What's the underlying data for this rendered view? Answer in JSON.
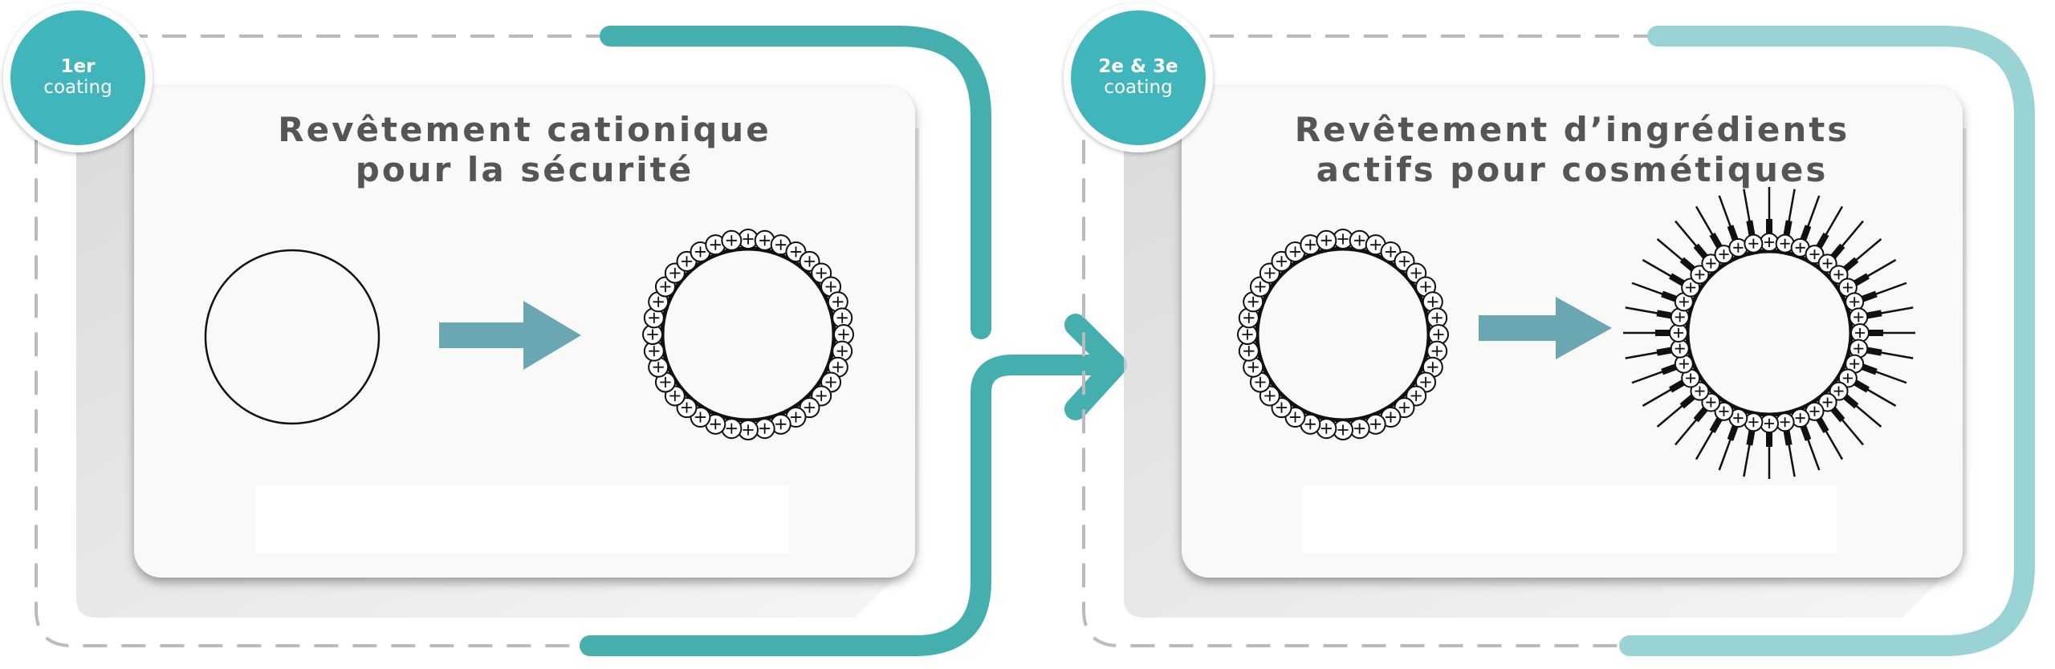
{
  "colors": {
    "teal_dark": "#45AFAF",
    "teal_light": "#9AD3D3",
    "badge_fill": "#3FB6BC",
    "arrow_gray": "#6BA7B3",
    "dashed": "#BBBBBB",
    "card": "#F9F9F8",
    "title_text": "#555555"
  },
  "steps": [
    {
      "badge": {
        "line1": "1er",
        "line2": "coating"
      },
      "title": {
        "line1": "Revêtement cationique",
        "line2": "pour la sécurité"
      },
      "before": "plain-particle-icon",
      "after": "cationic-coated-particle-icon"
    },
    {
      "badge": {
        "line1": "2e & 3e",
        "line2": "coating"
      },
      "title": {
        "line1": "Revêtement d’ingrédients",
        "line2": "actifs pour cosmétiques"
      },
      "before": "cationic-coated-particle-icon",
      "after": "active-ingredient-coated-particle-icon"
    }
  ]
}
